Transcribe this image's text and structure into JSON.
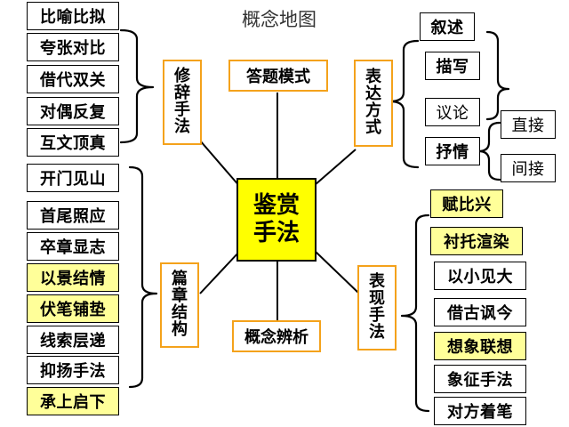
{
  "title": "概念地图",
  "center": "鉴赏\n手法",
  "hubs": {
    "xiuci": "修\n辞\n手\n法",
    "biaoda": "表\n达\n方\n式",
    "pianzhang": "篇\n章\n结\n构",
    "biaoxian": "表\n现\n手\n法",
    "dati": "答题模式",
    "gainian": "概念辨析"
  },
  "rhetoric": [
    "比喻比拟",
    "夸张对比",
    "借代双关",
    "对偶反复",
    "互文顶真"
  ],
  "structure": [
    "开门见山",
    "首尾照应",
    "卒章显志",
    "以景结情",
    "伏笔铺垫",
    "线索层递",
    "抑扬手法",
    "承上启下"
  ],
  "expression_modes": {
    "main": [
      "叙述",
      "描写",
      "议论",
      "抒情"
    ],
    "lyric_sub": [
      "直接",
      "间接"
    ]
  },
  "techniques": [
    "赋比兴",
    "衬托渲染",
    "以小见大",
    "借古讽今",
    "想象联想",
    "象征手法",
    "对方着笔"
  ],
  "colors": {
    "highlight": "#ffff99",
    "center": "#ffff00",
    "hub_border": "#f4a21b"
  }
}
